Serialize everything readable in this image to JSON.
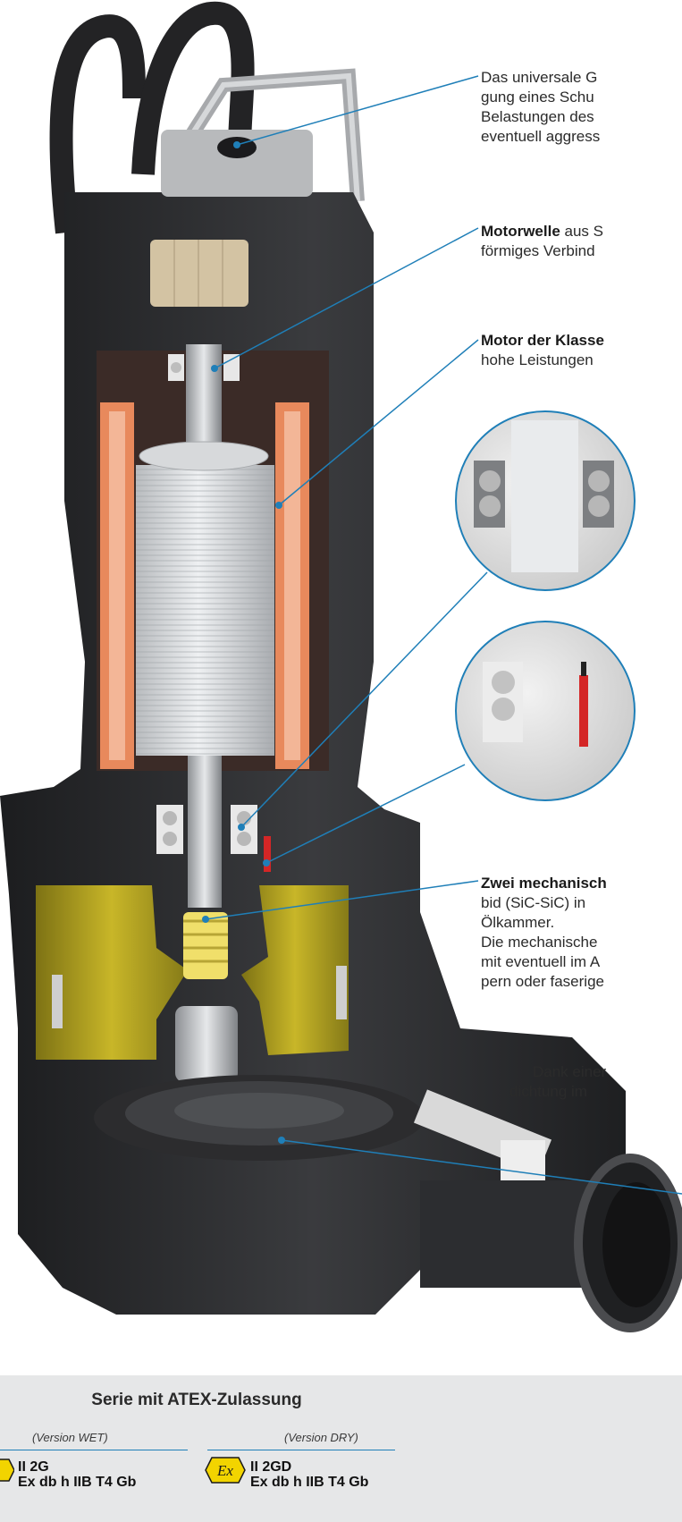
{
  "callouts": [
    {
      "id": "cable",
      "lines": [
        "Das universale G",
        "gung eines Schu",
        "Belastungen des",
        "eventuell aggress"
      ]
    },
    {
      "id": "shaft",
      "bold": "Motorwelle",
      "rest": " aus S",
      "line2": "förmiges Verbind"
    },
    {
      "id": "motor",
      "bold": "Motor der Klasse",
      "line2": "hohe Leistungen"
    },
    {
      "id": "seal",
      "bold": "Zwei mechanisch",
      "lines": [
        "bid (SiC-SiC) in",
        "Ölkammer.",
        "Die mechanische",
        "mit eventuell im A",
        "pern oder faserige"
      ]
    },
    {
      "id": "seal2",
      "lines": [
        "Dank einer",
        "dichtung im"
      ]
    }
  ],
  "atex": {
    "title": "Serie mit ATEX-Zulassung",
    "wet": {
      "label": "(Version WET)",
      "class": "II 2G",
      "code": "Ex db h IIB T4 Gb"
    },
    "dry": {
      "label": "(Version DRY)",
      "class": "II 2GD",
      "code": "Ex db h IIB T4 Gb"
    }
  },
  "colors": {
    "leader": "#1f7fb8",
    "body": "#2e2f31",
    "copper": "#e8895c",
    "oil": "#b8a820",
    "panel": "#e6e7e8",
    "ex_badge": "#f2d400"
  },
  "icons": [
    "ex-atex-icon",
    "ex-atex-icon"
  ]
}
